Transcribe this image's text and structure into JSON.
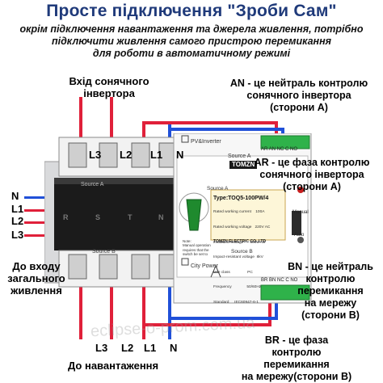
{
  "title": "Просте підключення \"Зроби Сам\"",
  "subtitle_lines": [
    "окрім підключення навантаження та джерела живлення, потрібно",
    "підключити живлення самого пристрою перемикання",
    "для роботи в автоматичному режимі"
  ],
  "labels": {
    "solar_input": [
      "Вхід сонячного",
      "інвертора"
    ],
    "top_terminals": [
      "L3",
      "L2",
      "L1",
      "N"
    ],
    "an_label": [
      "AN - це нейтраль контролю",
      "сонячного інвертора",
      "(сторони А)"
    ],
    "ar_label": [
      "AR - це фаза контролю",
      "сонячного інвертора",
      "(сторони А)"
    ],
    "left_lines": [
      "N",
      "L1",
      "L2",
      "L3"
    ],
    "grid_input": [
      "До входу",
      "загального",
      "живлення"
    ],
    "bn_label": [
      "BN - це нейтраль",
      "контролю",
      "перемикання",
      "на мережу",
      "(сторони В)"
    ],
    "br_label": [
      "BR - це фаза",
      "контролю",
      "перемикання",
      "на мережу(сторони В)"
    ],
    "bottom_terminals": [
      "L3",
      "L2",
      "L1",
      "N"
    ],
    "load": "До навантаження"
  },
  "device": {
    "brand": "TOMZN",
    "model": "Type:TOQ5-100PW/4",
    "specs": [
      "Rated working current    100A",
      "Rated working voltage   220V AC",
      "Insulation voltage      690V AC",
      "Impact-resistant voltage  8kV",
      "Use class                PC",
      "Frequency              50/60Hz",
      "Standard     IEC60947-6-1"
    ],
    "maker": "TOMZN ELECTRIC CO.,LTD",
    "pv_label": "PV&Inverter",
    "city_label": "City Power",
    "source_a": "Source A",
    "source_b": "Source B",
    "a_terminals": "AR AN NC C NO",
    "b_terminals": "BR BN NC C NO",
    "manual": "Manual",
    "auto": "Auto",
    "rst": [
      "R",
      "S",
      "T",
      "N"
    ],
    "note": [
      "Note:",
      "Manual operation",
      "requires that the",
      "switch be set to",
      "\"Man-",
      "ual\" position"
    ],
    "watermark": "eclipse-o-prom.com.ua"
  },
  "colors": {
    "title": "#1f3a7a",
    "phase_wire": "#e0203a",
    "neutral_wire": "#2050d8",
    "terminal_green": "#2fb24a",
    "handle_green": "#1f8a2e"
  }
}
